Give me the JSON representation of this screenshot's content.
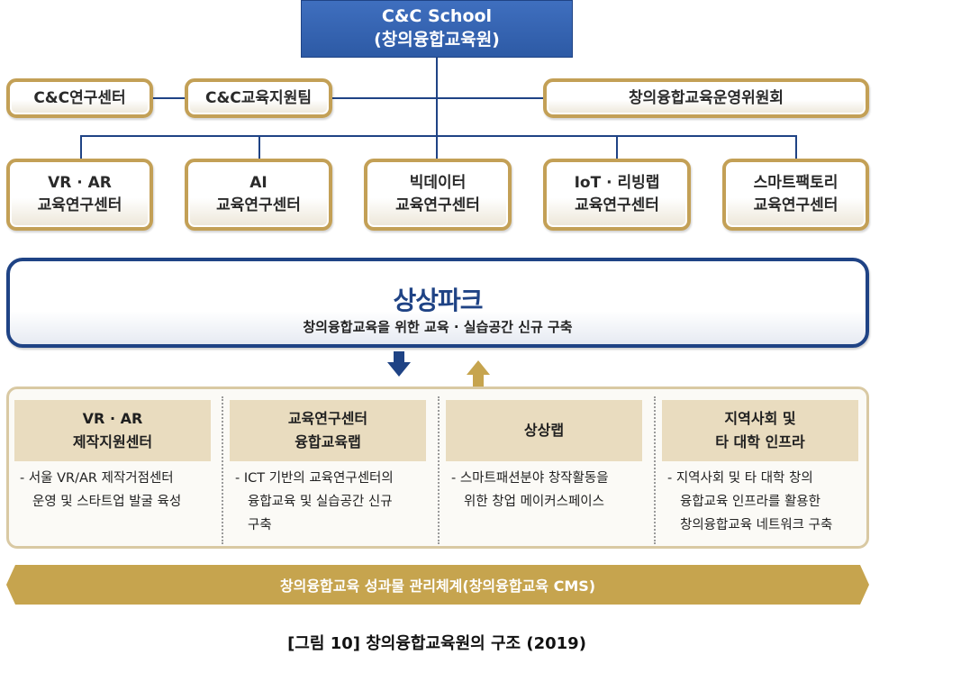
{
  "top": {
    "line1": "C&C School",
    "line2": "(창의융합교육원)"
  },
  "side_boxes": [
    {
      "label": "C&C연구센터"
    },
    {
      "label": "C&C교육지원팀"
    },
    {
      "label": "창의융합교육운영위원회"
    }
  ],
  "centers": [
    {
      "line1": "VR · AR",
      "line2": "교육연구센터"
    },
    {
      "line1": "AI",
      "line2": "교육연구센터"
    },
    {
      "line1": "빅데이터",
      "line2": "교육연구센터"
    },
    {
      "line1": "IoT · 리빙랩",
      "line2": "교육연구센터"
    },
    {
      "line1": "스마트팩토리",
      "line2": "교육연구센터"
    }
  ],
  "park": {
    "logo": "상상파크",
    "subtitle": "창의융합교육을 위한 교육 · 실습공간 신규 구축"
  },
  "columns": [
    {
      "head1": "VR · AR",
      "head2": "제작지원센터",
      "desc1": "- 서울 VR/AR 제작거점센터",
      "desc2": "운영 및 스타트업 발굴 육성",
      "desc3": ""
    },
    {
      "head1": "교육연구센터",
      "head2": "융합교육랩",
      "desc1": "- ICT 기반의 교육연구센터의",
      "desc2": "융합교육 및 실습공간 신규",
      "desc3": "구축"
    },
    {
      "head1": "상상랩",
      "head2": "",
      "desc1": "- 스마트패션분야 창작활동을",
      "desc2": "위한 창업 메이커스페이스",
      "desc3": ""
    },
    {
      "head1": "지역사회 및",
      "head2": "타 대학 인프라",
      "desc1": "- 지역사회 및 타 대학 창의",
      "desc2": "융합교육 인프라를 활용한",
      "desc3": "창의융합교육 네트워크 구축"
    }
  ],
  "cms": {
    "label": "창의융합교육 성과물 관리체계(창의융합교육 CMS)"
  },
  "caption": "[그림 10] 창의융합교육원의 구조 (2019)",
  "colors": {
    "navy": "#1f4385",
    "gold": "#c3a056",
    "gold_fill": "#c6a44e",
    "beige": "#e9dcbf"
  }
}
